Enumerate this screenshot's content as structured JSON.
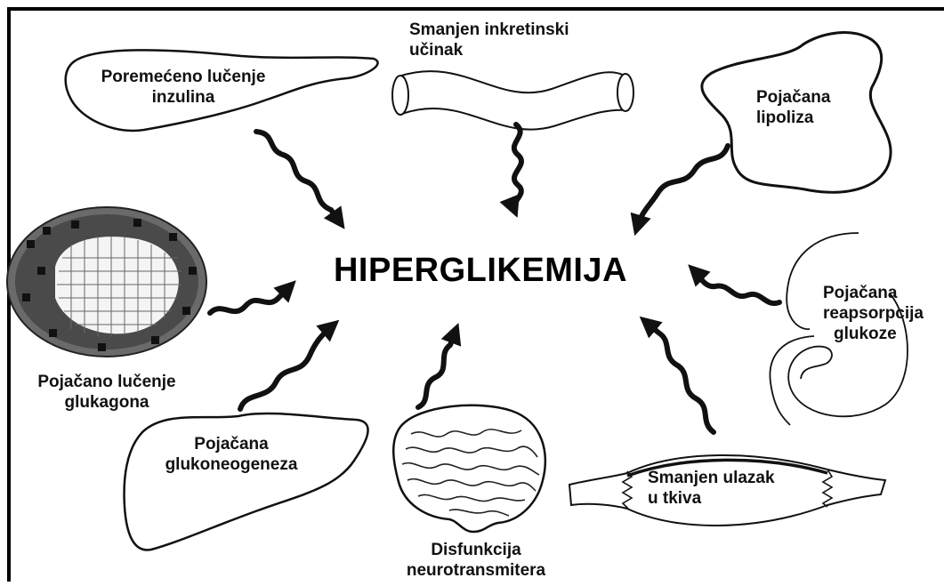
{
  "center": {
    "title": "HIPERGLIKEMIJA"
  },
  "factors": {
    "insulin": {
      "line1": "Poremećeno lučenje",
      "line2": "inzulina"
    },
    "incretin": {
      "line1": "Smanjen inkretinski",
      "line2": "učinak"
    },
    "lipolysis": {
      "line1": "Pojačana",
      "line2": "lipoliza"
    },
    "glucagon": {
      "line1": "Pojačano lučenje",
      "line2": "glukagona"
    },
    "reabsorption": {
      "line1": "Pojačana",
      "line2": "reapsorpcija",
      "line3": "glukoze"
    },
    "gluconeogenesis": {
      "line1": "Pojačana",
      "line2": "glukoneogeneza"
    },
    "neuro": {
      "line1": "Disfunkcija",
      "line2": "neurotransmitera"
    },
    "uptake": {
      "line1": "Smanjen ulazak",
      "line2": "u tkiva"
    }
  },
  "icons": [
    "pancreas-icon",
    "intestine-icon",
    "adipose-cell-icon",
    "islet-icon",
    "kidney-icon",
    "liver-icon",
    "brain-icon",
    "muscle-icon",
    "wavy-arrow-icon"
  ],
  "colors": {
    "ink": "#111111",
    "islet_dark": "#555555",
    "islet_light": "#ffffff"
  }
}
